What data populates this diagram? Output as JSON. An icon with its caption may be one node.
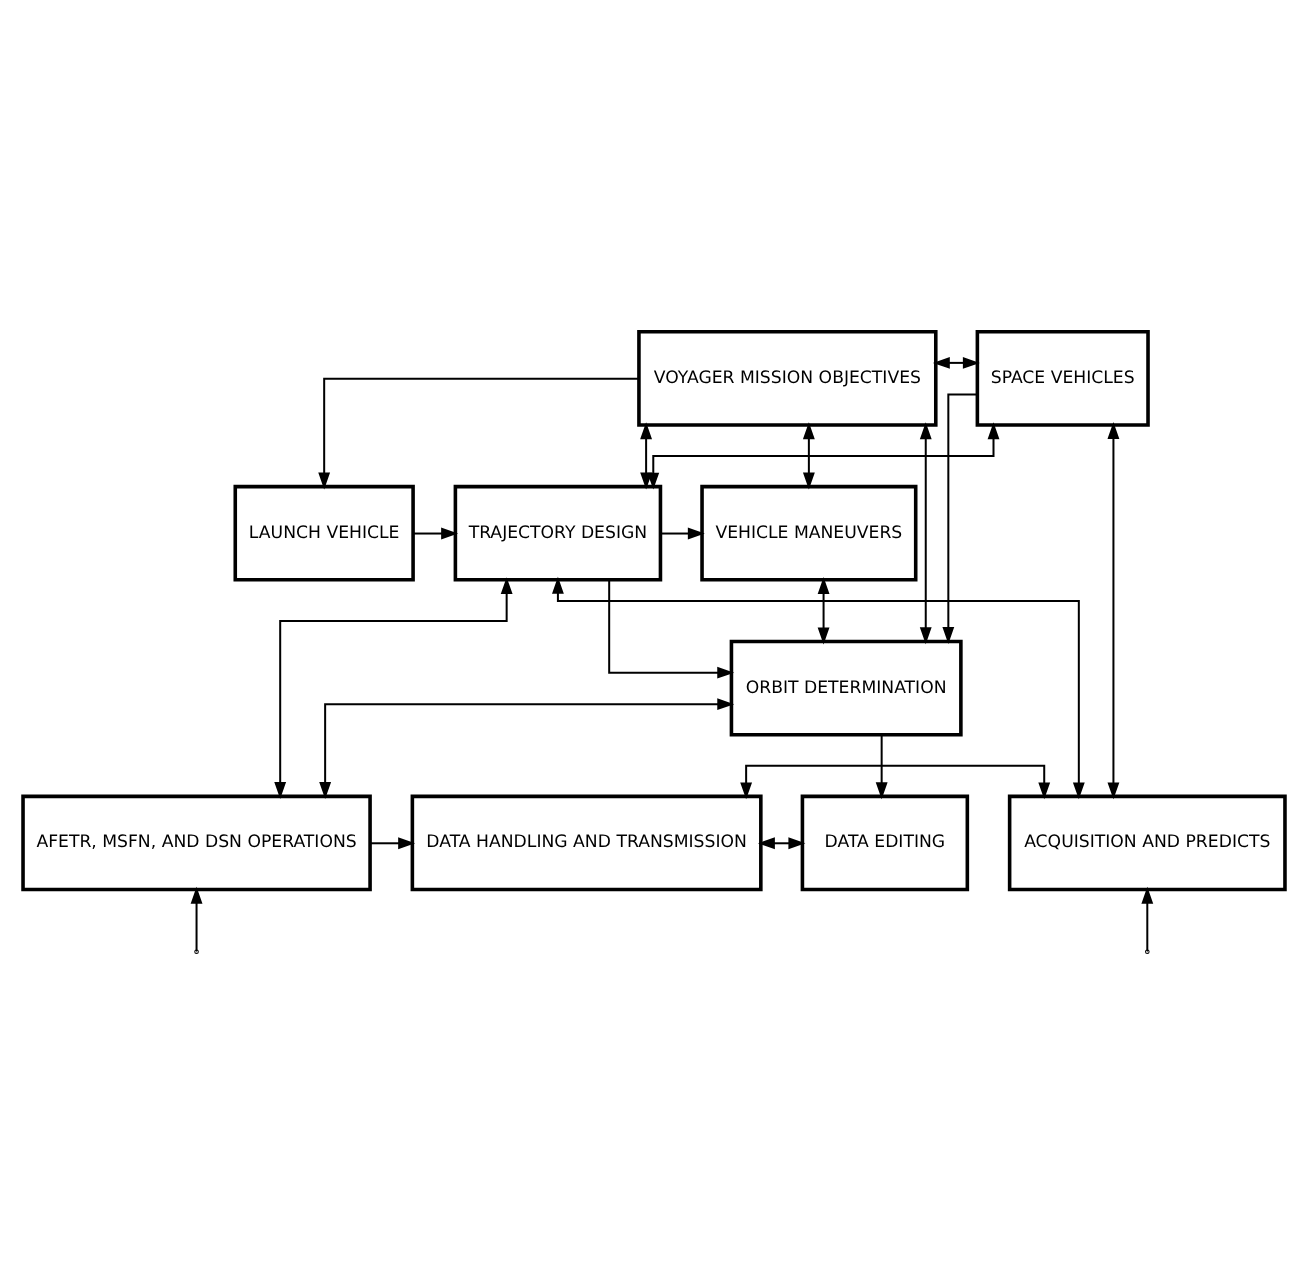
{
  "diagram": {
    "nodes": [
      {
        "text": [
          "VOYAGER MISSION OBJECTIVES"
        ]
      },
      {
        "text": [
          "SPACE VEHICLES"
        ]
      },
      {
        "text": [
          "LAUNCH VEHICLE"
        ]
      },
      {
        "text": [
          "TRAJECTORY DESIGN"
        ]
      },
      {
        "text": [
          "VEHICLE MANEUVERS"
        ]
      },
      {
        "text": [
          "ORBIT DETERMINATION"
        ]
      },
      {
        "text": [
          "AFETR, MSFN, AND DSN OPERATIONS"
        ]
      },
      {
        "text": [
          "DATA HANDLING AND TRANSMISSION"
        ]
      },
      {
        "text": [
          "DATA EDITING"
        ]
      },
      {
        "text": [
          "ACQUISITION AND PREDICTS"
        ]
      }
    ],
    "edges": [
      {
        "from": 0,
        "to": 1,
        "arrow": "both"
      },
      {
        "from": 0,
        "to": 2,
        "arrow": "to"
      },
      {
        "from": 0,
        "to": 3,
        "arrow": "both"
      },
      {
        "from": 0,
        "to": 4,
        "arrow": "both"
      },
      {
        "from": 1,
        "to": 3,
        "arrow": "both"
      },
      {
        "from": 2,
        "to": 3,
        "arrow": "to"
      },
      {
        "from": 3,
        "to": 4,
        "arrow": "to"
      },
      {
        "from": 0,
        "to": 5,
        "arrow": "both"
      },
      {
        "from": 1,
        "to": 9,
        "arrow": "both"
      },
      {
        "from": 1,
        "to": 5,
        "arrow": "to"
      },
      {
        "from": 3,
        "to": 5,
        "arrow": "to"
      },
      {
        "from": 3,
        "to": 6,
        "arrow": "both"
      },
      {
        "from": 3,
        "to": 9,
        "arrow": "both"
      },
      {
        "from": 4,
        "to": 5,
        "arrow": "both"
      },
      {
        "from": 6,
        "to": 5,
        "arrow": "both"
      },
      {
        "from": 5,
        "to": 8,
        "arrow": "to"
      },
      {
        "from": 6,
        "to": 7,
        "arrow": "to"
      },
      {
        "from": 7,
        "to": 8,
        "arrow": "both"
      },
      {
        "from": 7,
        "to": 9,
        "arrow": "both"
      },
      {
        "from": null,
        "to": 6,
        "arrow": "to"
      },
      {
        "from": null,
        "to": 9,
        "arrow": "to"
      }
    ]
  }
}
